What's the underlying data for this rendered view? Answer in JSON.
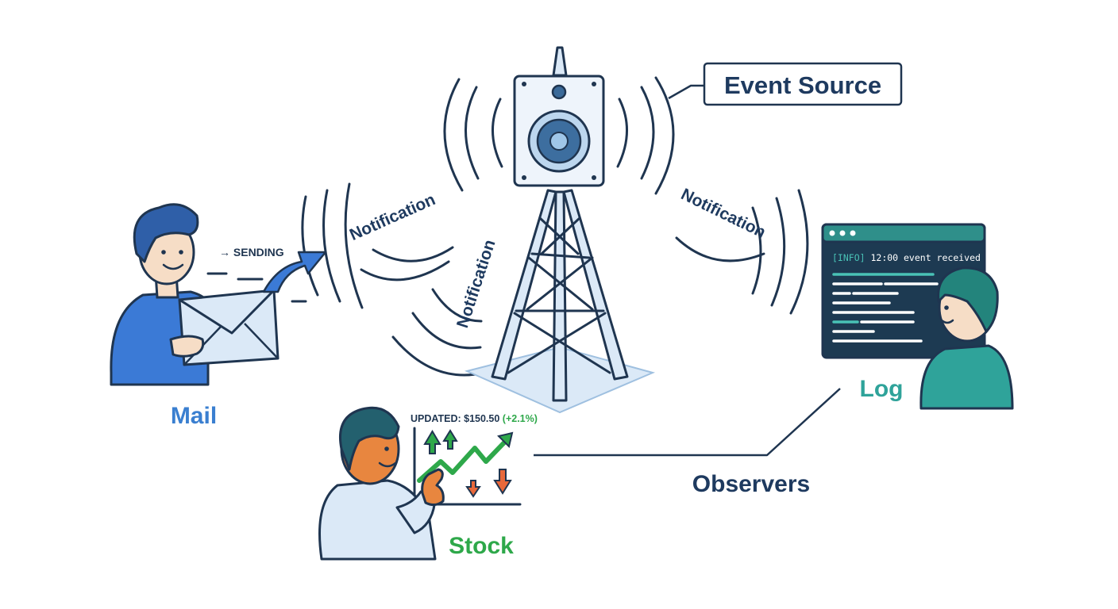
{
  "colors": {
    "ink": "#1f3550",
    "navy": "#1e3a5f",
    "accent_blue": "#3a7fd0",
    "blue_fill": "#3b7ad6",
    "teal": "#2fa39a",
    "teal_dark": "#23847c",
    "green": "#2ea84a",
    "red_orange": "#e8683a",
    "light_blue": "#dbe9f7",
    "terminal_bg": "#1d3a52",
    "terminal_bar": "#2f8f8a"
  },
  "labels": {
    "event_source": "Event Source",
    "notification_left": "Notification",
    "notification_center": "Notification",
    "notification_right": "Notification",
    "sending": "→ SENDING",
    "mail": "Mail",
    "log": "Log",
    "stock": "Stock",
    "observers": "Observers"
  },
  "terminal": {
    "info_tag": "[INFO]",
    "info_text": " 12:00 event received"
  },
  "stock": {
    "updated_prefix": "UPDATED: $150.50 ",
    "updated_change": "(+2.1%)"
  },
  "icons": {
    "speaker": "speaker-icon",
    "tower": "tower-icon",
    "envelope": "envelope-icon",
    "terminal": "terminal-window-icon",
    "chart": "stock-chart-icon"
  }
}
